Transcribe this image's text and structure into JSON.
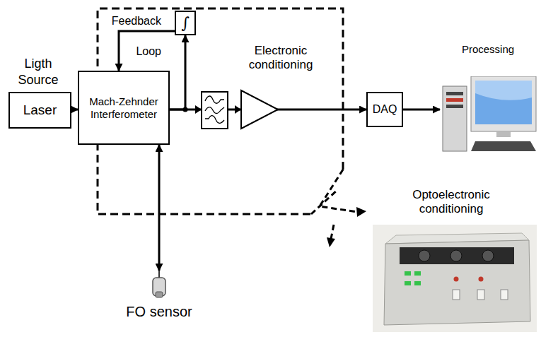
{
  "diagram": {
    "nodes": [
      {
        "text": [
          "Ligth Source",
          "Laser"
        ]
      },
      {
        "text": [
          "∫"
        ]
      },
      {
        "text": [
          "Mach-Zehnder Interferometer"
        ]
      },
      {
        "text": [
          "FO sensor"
        ]
      },
      {
        "text": [
          "DAQ"
        ]
      },
      {
        "text": [
          "Processing"
        ]
      }
    ],
    "edges": [
      {
        "from": 0,
        "to": 2,
        "arrow": "to"
      },
      {
        "from": 2,
        "to": 1,
        "arrow": "to"
      },
      {
        "from": 1,
        "to": 2,
        "label": "Feedback Loop",
        "arrow": "to"
      },
      {
        "from": 2,
        "to": 3,
        "arrow": "both"
      },
      {
        "from": 2,
        "to": 4,
        "arrow": "to"
      },
      {
        "from": 4,
        "to": 5,
        "arrow": "to"
      }
    ],
    "labels": [
      "Electronic conditioning",
      "Optoelectronic conditioning"
    ]
  }
}
